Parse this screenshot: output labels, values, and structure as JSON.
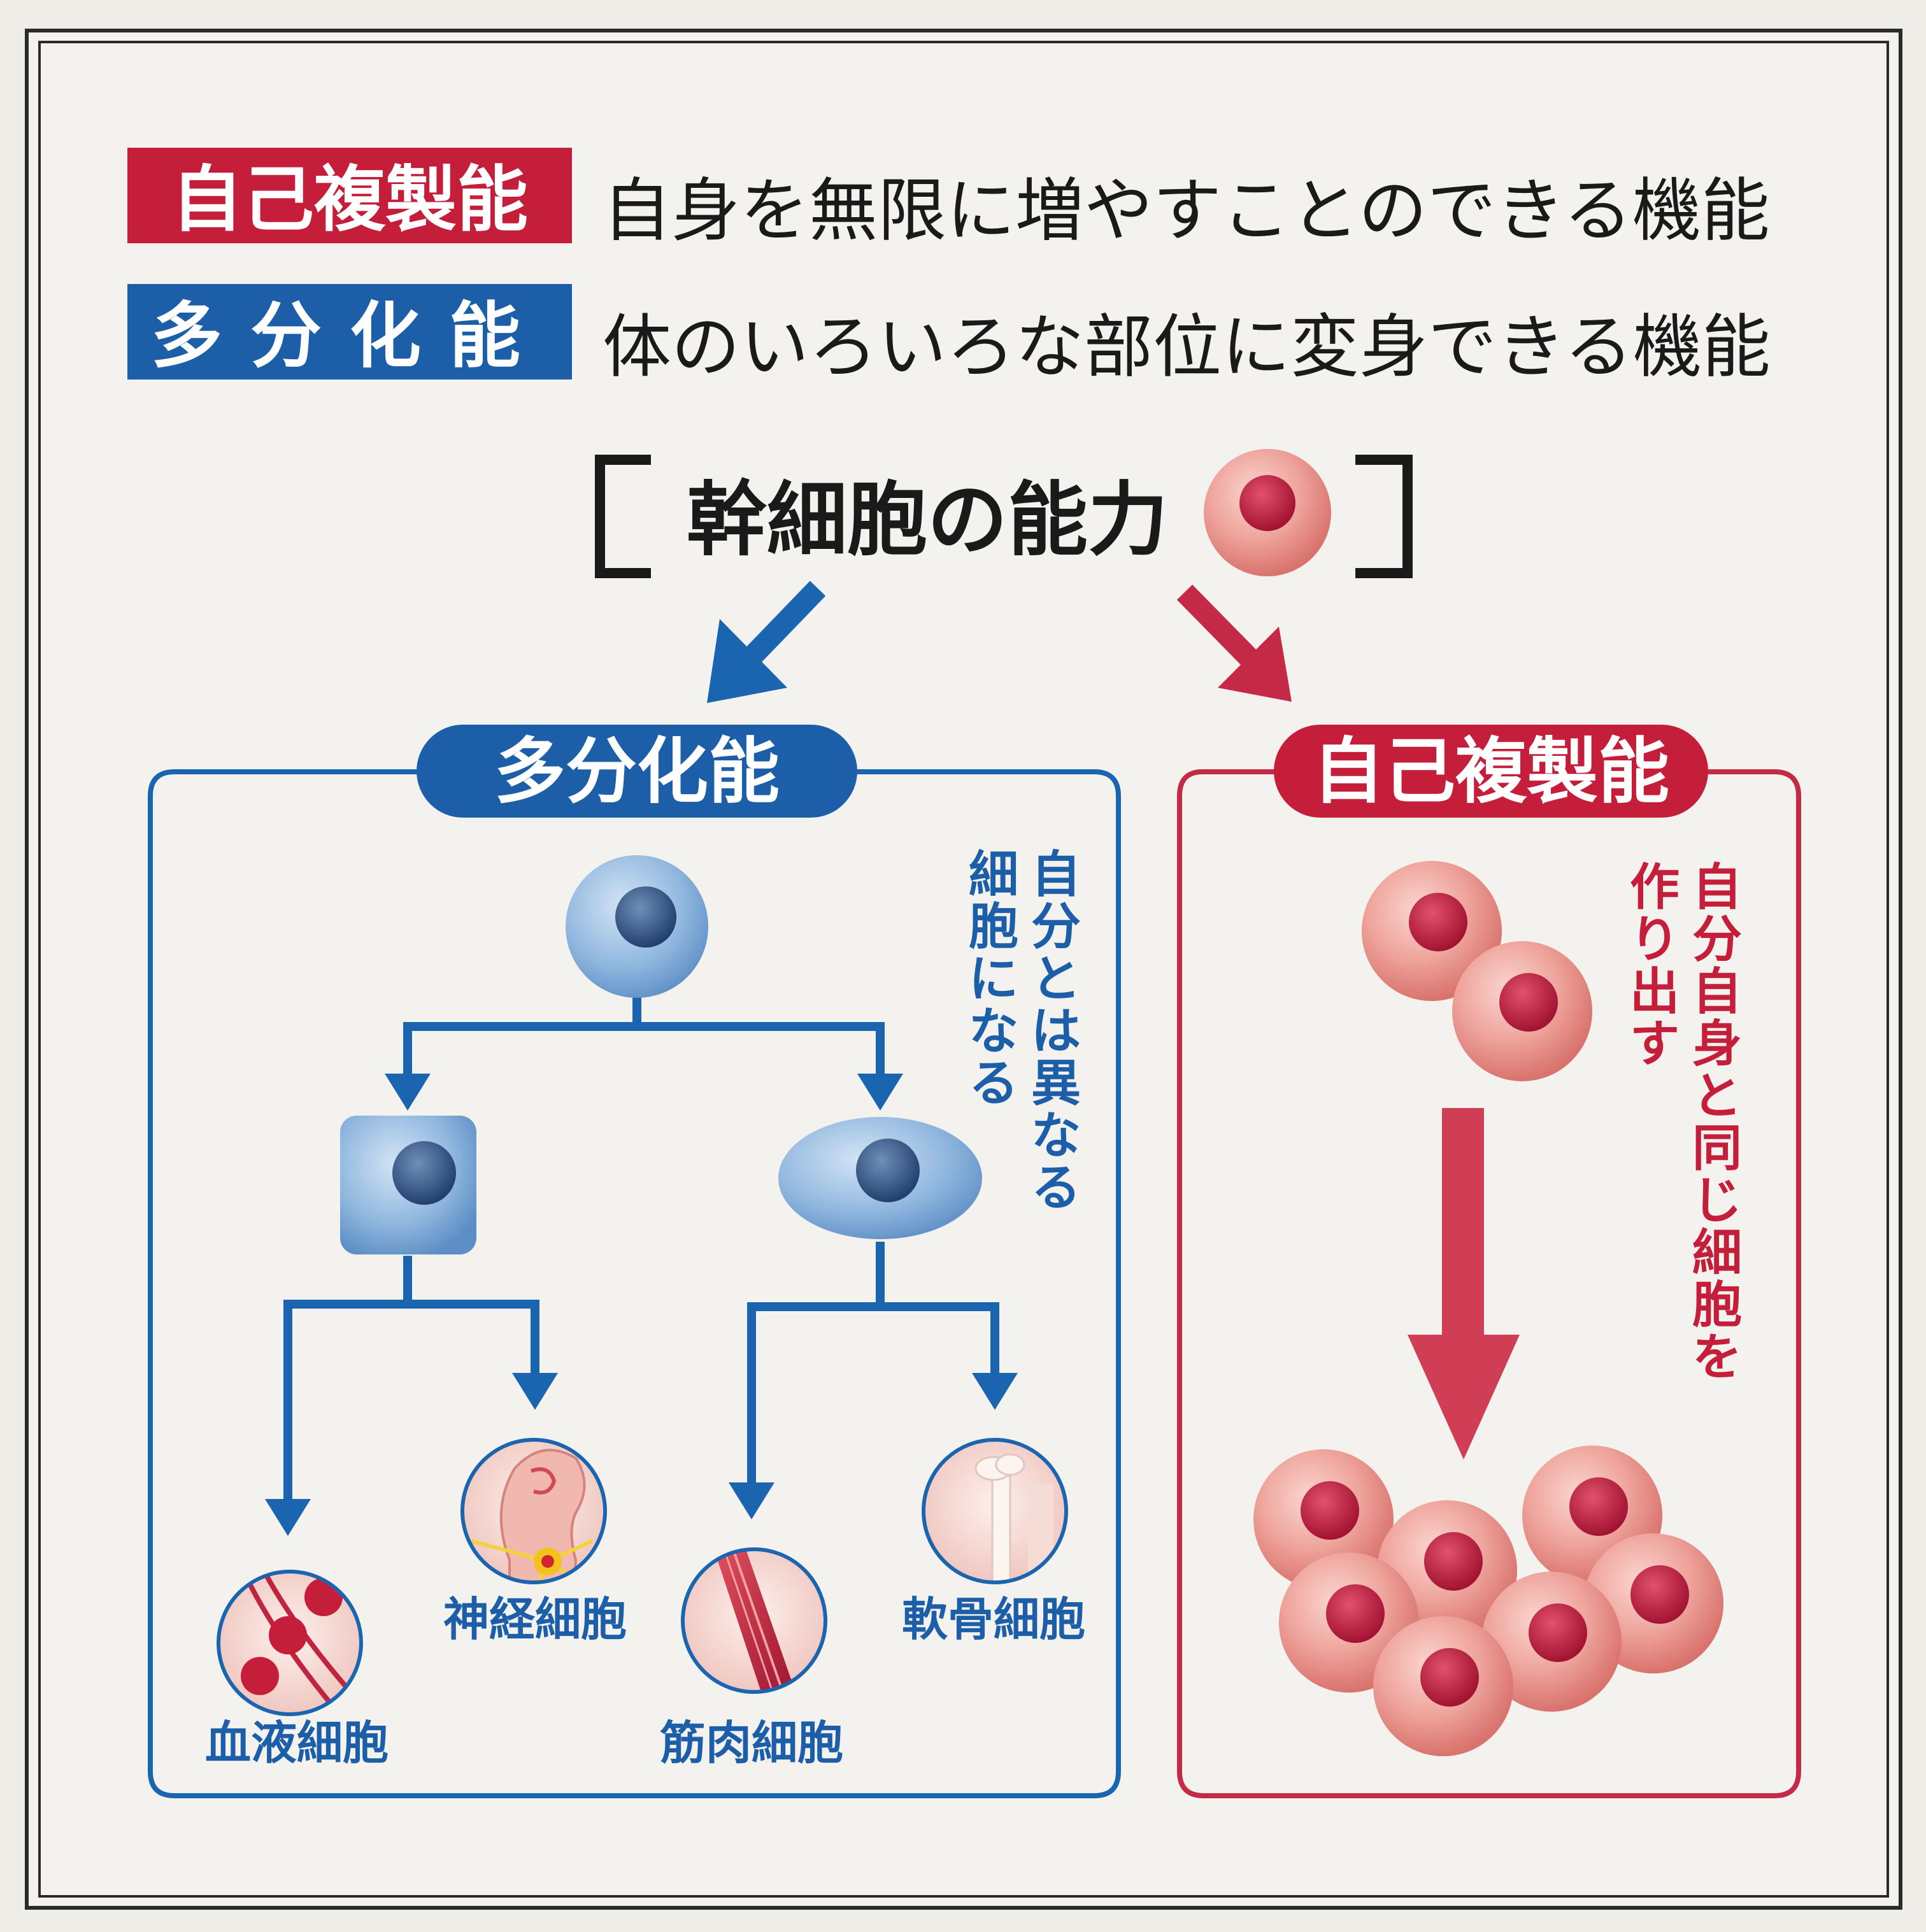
{
  "colors": {
    "red": "#c41e3a",
    "blue": "#1c5fa8",
    "red_stroke": "#c42a45",
    "blue_stroke": "#1b65b0",
    "text": "#1a1a1a",
    "background": "#efede7"
  },
  "legend": [
    {
      "tag": "自己複製能",
      "description": "自身を無限に増やすことのできる機能"
    },
    {
      "tag": "多分化能",
      "description": "体のいろいろな部位に変身できる機能"
    }
  ],
  "heading": {
    "open_bracket": "[",
    "title": "幹細胞の能力",
    "close_bracket": "]"
  },
  "multipotency": {
    "title": "多分化能",
    "note": "自分とは異なる細胞になる",
    "cells": [
      {
        "label": "血液細胞",
        "icon": "blood-cells-icon"
      },
      {
        "label": "神経細胞",
        "icon": "neuron-icon"
      },
      {
        "label": "筋肉細胞",
        "icon": "muscle-icon"
      },
      {
        "label": "軟骨細胞",
        "icon": "bone-icon"
      }
    ]
  },
  "self_renewal": {
    "title": "自己複製能",
    "note": "自分自身と同じ細胞を作り出す"
  }
}
